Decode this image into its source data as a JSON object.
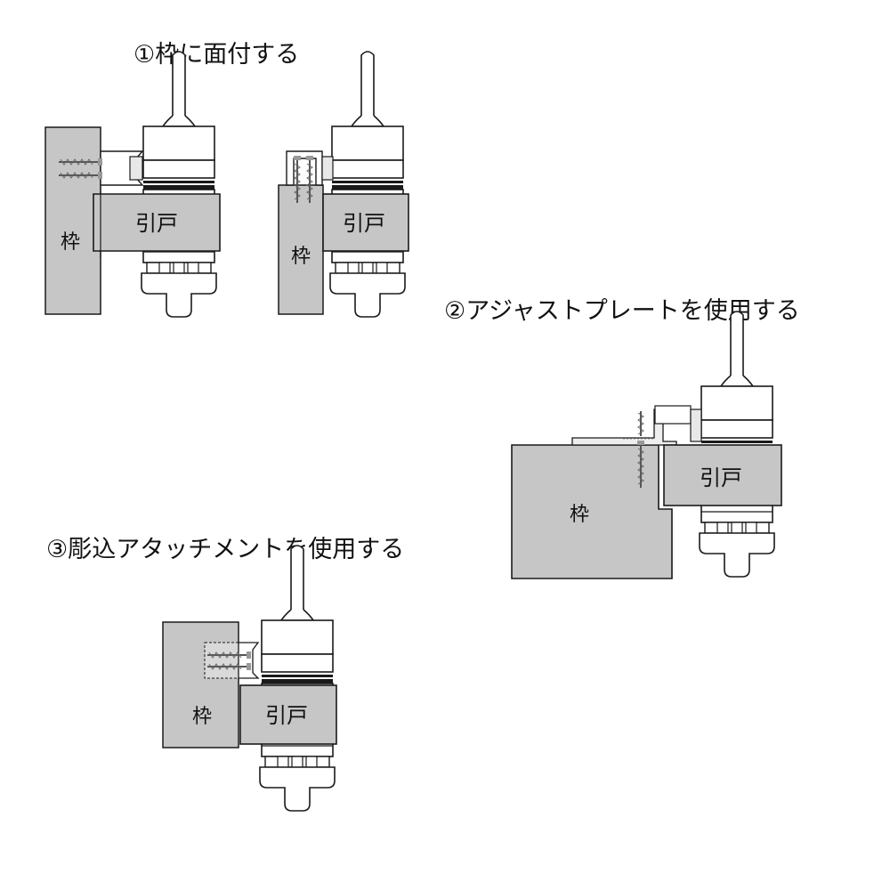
{
  "captions": {
    "method1": "①枠に面付する",
    "method2": "②アジャストプレートを使用する",
    "method3": "③彫込アタッチメントを使用する"
  },
  "labels": {
    "frame": "枠",
    "sliding_door": "引戸"
  },
  "colors": {
    "panel_fill": "#c6c6c6",
    "line": "#1a1a1a",
    "background": "#ffffff"
  }
}
